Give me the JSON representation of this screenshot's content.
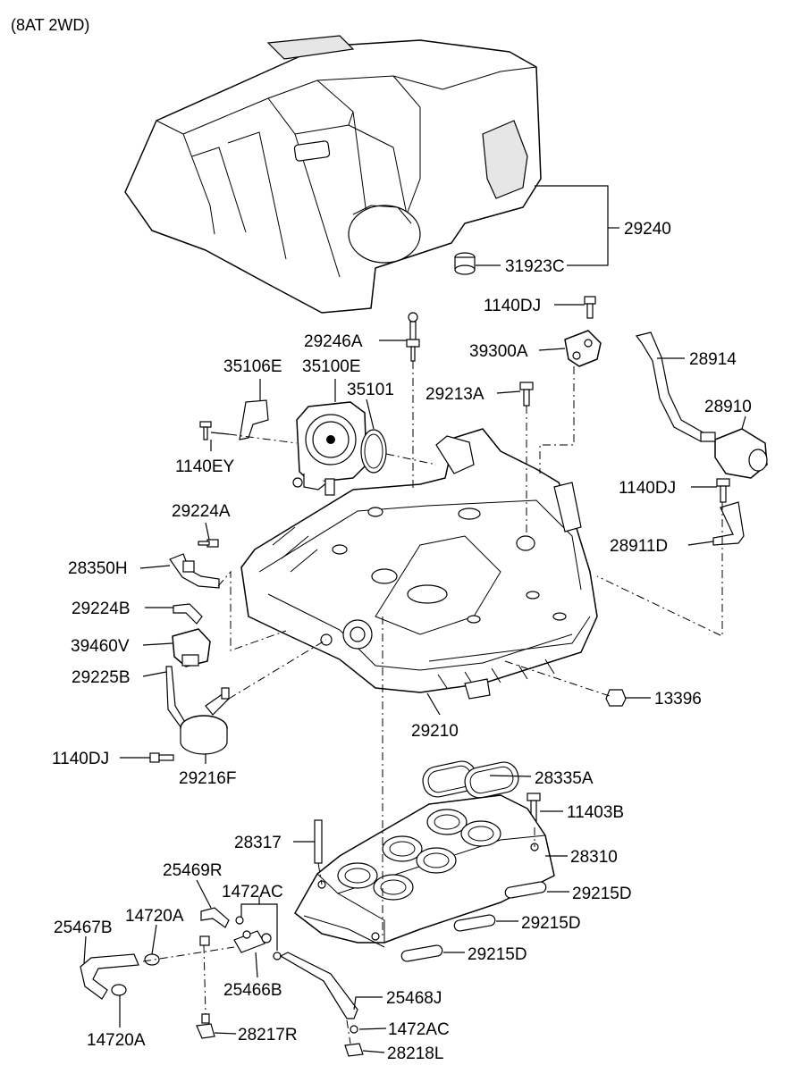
{
  "header": {
    "variant": "(8AT 2WD)"
  },
  "callouts": [
    "29240",
    "31923C",
    "1140DJ",
    "39300A",
    "28914",
    "29246A",
    "35106E",
    "35100E",
    "35101",
    "29213A",
    "28910",
    "1140EY",
    "1140DJ",
    "29224A",
    "28911D",
    "28350H",
    "29224B",
    "39460V",
    "29225B",
    "13396",
    "29210",
    "1140DJ",
    "29216F",
    "28335A",
    "11403B",
    "28317",
    "28310",
    "25469R",
    "1472AC",
    "29215D",
    "14720A",
    "25467B",
    "29215D",
    "29215D",
    "25466B",
    "25468J",
    "1472AC",
    "14720A",
    "28217R",
    "28218L"
  ]
}
